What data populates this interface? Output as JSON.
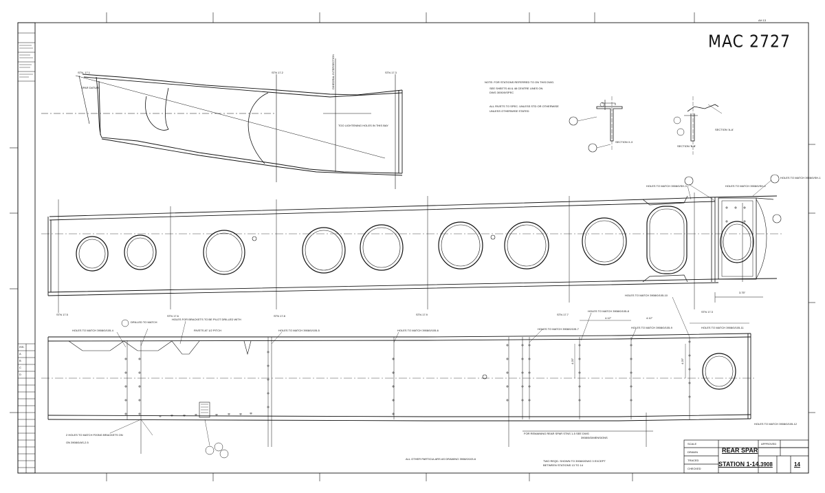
{
  "sheet_code": "MAC 2727",
  "corner_ref": "AH 13",
  "notes": {
    "line1": "NOTE: FOR STATIONS REFERRED TO ON THIS DWG.",
    "line2": "SEE SHEETS 46 & 48 CENTRE LINES ON",
    "line3": "DWG 3000/0/SPEC",
    "line4": "ALL RIVETS TO SPEC. UNLESS STD OR OTHERWISE",
    "line5": "UNLESS OTHERWISE STATED"
  },
  "sections": {
    "a": "SECTION X-X",
    "b": "SECTION 'A-A'",
    "c": "SECTION 'B-B'"
  },
  "top_view": {
    "lbl_stn_left": "STN. 17.1",
    "lbl_stn2": "STN 17.2",
    "lbl_stn3": "STN 17.3",
    "lbl_vertical": "DIHEDRAL INTERSECTION",
    "lbl_hole": "TOO LIGHTENING HOLES IN THIS BAY",
    "lbl_spar": "SPAR DATUM"
  },
  "mid_view": {
    "dim": "3.75\"",
    "callout1": "HOLES TO MATCH 3908/0/SH-3",
    "callout2": "HOLES TO MATCH 3908/0/SH-2",
    "callout3": "HOLES TO MATCH 3908/0/SH-1"
  },
  "stations_mid": [
    "STN 17.5",
    "STN 17.6",
    "STN 17.8",
    "STN 17.9",
    "STN 17.7",
    "STN 17.3"
  ],
  "bot_view": {
    "c1": "HOLES TO MATCH 3908/0/105-4",
    "c2": "DRILLED TO MATCH",
    "c3": "HOLES FOR BRACKETS TO BE PILOT DRILLED WITH",
    "c4": "RIVETS AT 1/2 PITCH",
    "c5": "HOLES TO MATCH 3908/0/105-5",
    "c6": "HOLES TO MATCH 3908/0/105-6",
    "c7": "HOLES TO MATCH 3908/0/105-7",
    "c8": "HOLES TO MATCH 3908/0/105-8",
    "c9": "HOLES TO MATCH 3908/0/105-9",
    "c10": "HOLES TO MATCH 3908/0/105-10",
    "c11": "HOLES TO MATCH 3908/0/105-11",
    "c12": "HOLES TO MATCH 3908/0/105-12",
    "d1": "4.12\"",
    "d2": "4.12\"",
    "d3": "4.25\"",
    "d4": "4.25\"",
    "left_note1": "2 HOLES TO MATCH FIXING BRACKETS ON",
    "left_note2": "ON 3908/0/AS-2.5",
    "bottom_note1": "FOR REMAINING REAR SPAR STNS 1-5 SEE DWG",
    "bottom_note2": "3908/0/DIMENSIONS",
    "all_other": "ALL OTHER PARTICULARS AS DRAWING 3908/0/103-6",
    "two_req": "TWO REQD. SHOWN TO 3908/0/DWG 3 EXCEPT",
    "two_req2": "BETWEEN STATIONS 13 TO 14"
  },
  "title_block": {
    "title1": "REAR SPAR",
    "title2": "STATION 1-14.",
    "dwg_no": "3908",
    "sheet": "14",
    "scale": "SCALE",
    "drawn": "DRAWN",
    "traced": "TRACED",
    "checked": "CHECKED",
    "approved": "APPROVED"
  },
  "left_strip": {
    "rows": [
      "ISS.",
      "A",
      "B",
      "C",
      "D"
    ]
  }
}
